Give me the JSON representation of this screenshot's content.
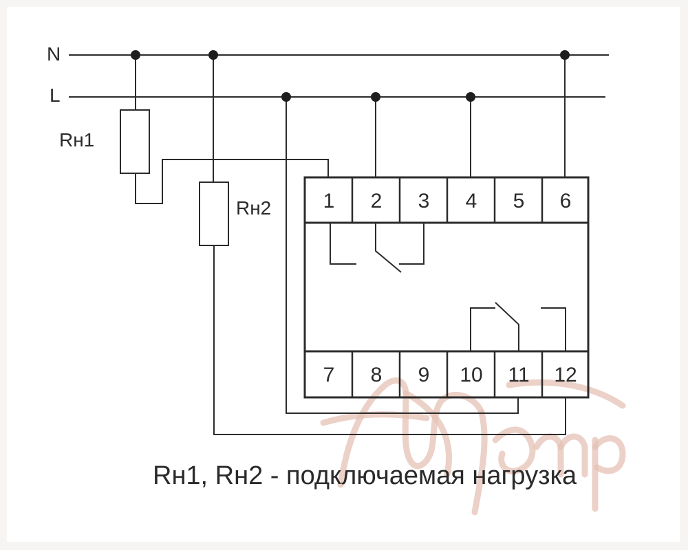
{
  "rails": {
    "neutral_label": "N",
    "line_label": "L"
  },
  "loads": {
    "rh1_label": "Rн1",
    "rh2_label": "Rн2"
  },
  "terminals": {
    "top": [
      "1",
      "2",
      "3",
      "4",
      "5",
      "6"
    ],
    "bottom": [
      "7",
      "8",
      "9",
      "10",
      "11",
      "12"
    ]
  },
  "caption": "Rн1, Rн2 - подключаемая нагрузка",
  "colors": {
    "line": "#2b2b2b",
    "watermark": "#e6c2b6",
    "background": "#ffffff"
  }
}
